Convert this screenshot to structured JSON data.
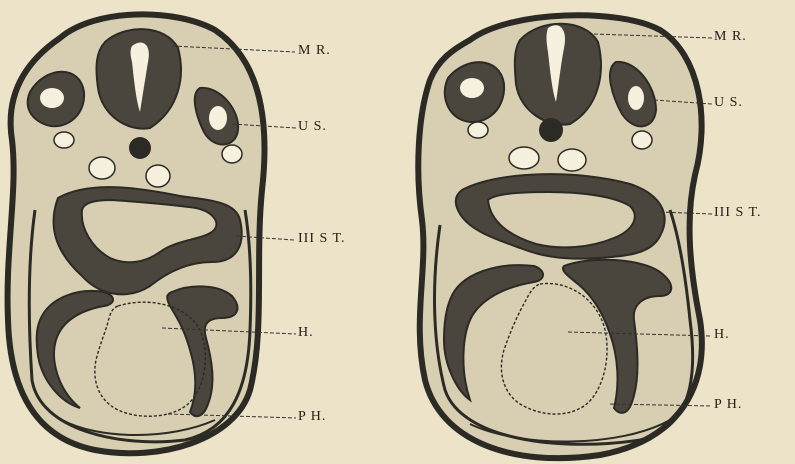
{
  "figure": {
    "sections": [
      {
        "id": "left",
        "labels": [
          "M R.",
          "U S.",
          "III S T.",
          "H.",
          "P H."
        ]
      },
      {
        "id": "right",
        "labels": [
          "M R.",
          "U S.",
          "III S T.",
          "H.",
          "P H."
        ]
      }
    ]
  },
  "colors": {
    "paper": "#ece3c9",
    "fill": "#d8cfb2",
    "dark": "#4a463e",
    "outline": "#2c2a25",
    "cavity": "#f6f0de",
    "leader": "#333"
  }
}
